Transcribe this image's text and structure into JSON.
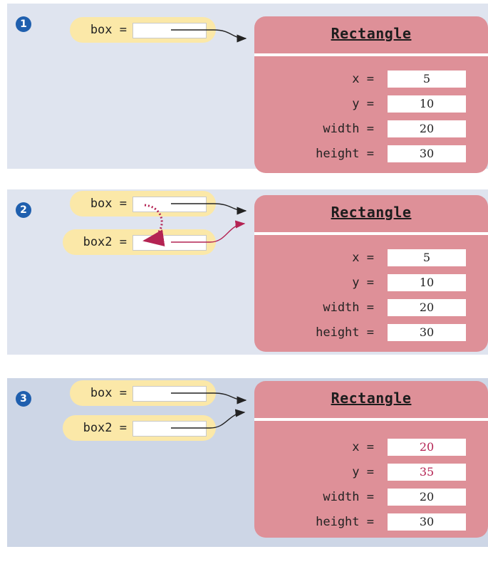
{
  "panels": [
    {
      "step": "1",
      "variables": [
        {
          "label": "box ="
        }
      ],
      "object": {
        "class_name": "Rectangle",
        "fields": [
          {
            "name": "x =",
            "value": "5"
          },
          {
            "name": "y =",
            "value": "10"
          },
          {
            "name": "width =",
            "value": "20"
          },
          {
            "name": "height =",
            "value": "30"
          }
        ]
      }
    },
    {
      "step": "2",
      "variables": [
        {
          "label": "box ="
        },
        {
          "label": "box2 ="
        }
      ],
      "object": {
        "class_name": "Rectangle",
        "fields": [
          {
            "name": "x =",
            "value": "5"
          },
          {
            "name": "y =",
            "value": "10"
          },
          {
            "name": "width =",
            "value": "20"
          },
          {
            "name": "height =",
            "value": "30"
          }
        ]
      }
    },
    {
      "step": "3",
      "variables": [
        {
          "label": "box ="
        },
        {
          "label": "box2 ="
        }
      ],
      "object": {
        "class_name": "Rectangle",
        "fields": [
          {
            "name": "x =",
            "value": "20"
          },
          {
            "name": "y =",
            "value": "35"
          },
          {
            "name": "width =",
            "value": "20"
          },
          {
            "name": "height =",
            "value": "30"
          }
        ]
      }
    }
  ],
  "colors": {
    "panel_bg": "#dfe4ef",
    "panel_bg_3": "#cdd6e6",
    "object_fill": "#de9098",
    "variable_fill": "#fbe8a8",
    "step_badge": "#1f5fae",
    "highlight": "#b42353"
  }
}
